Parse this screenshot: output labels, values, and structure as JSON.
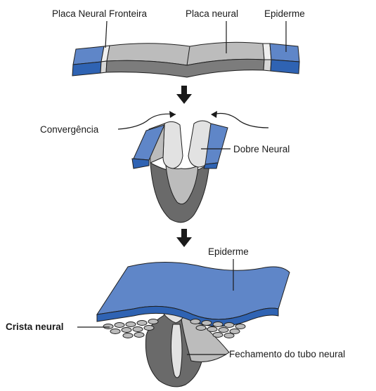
{
  "labels": {
    "border_plate": "Placa Neural Fronteira",
    "neural_plate": "Placa neural",
    "epidermis_top": "Epiderme",
    "convergence": "Convergência",
    "neural_fold": "Dobre Neural",
    "epidermis_bottom": "Epiderme",
    "neural_crest": "Crista neural",
    "tube_closure": "Fechamento do tubo neural"
  },
  "colors": {
    "epidermis_blue": "#5f86c8",
    "epidermis_blue_dark": "#2f63b3",
    "plate_gray": "#bcbcbc",
    "plate_gray_dark": "#7c7c7c",
    "fold_light": "#e2e2e2",
    "tube_dark": "#6a6a6a",
    "arrow": "#1a1a1a"
  }
}
